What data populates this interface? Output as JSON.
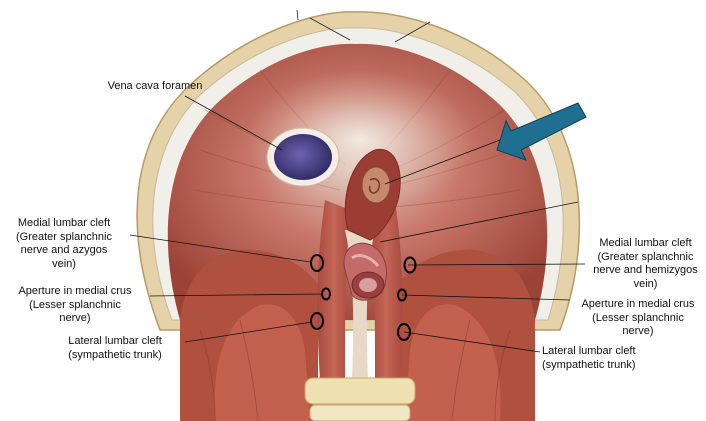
{
  "labels": {
    "vena_cava": [
      "Vena cava foramen"
    ],
    "medial_cleft_left": [
      "Medial lumbar cleft",
      "(Greater splanchnic",
      "nerve and azygos",
      "vein)"
    ],
    "aperture_left": [
      "Aperture in medial crus",
      "(Lesser splanchnic",
      "nerve)"
    ],
    "lateral_cleft_left": [
      "Lateral lumbar cleft",
      "(sympathetic trunk)"
    ],
    "medial_cleft_right": [
      "Medial lumbar cleft",
      "(Greater splanchnic",
      "nerve and hemizygos",
      "vein)"
    ],
    "aperture_right": [
      "Aperture in medial crus",
      "(Lesser splanchnic",
      "nerve)"
    ],
    "lateral_cleft_right": [
      "Lateral lumbar cleft",
      "(sympathetic trunk)"
    ]
  },
  "colors": {
    "muscle": "#b4584a",
    "muscle_dark": "#8e3b32",
    "tendon": "#ece4d8",
    "bone": "#efe0b2",
    "foramen": "#4a3f86",
    "arrow": "#1f6f90",
    "esophagus": "#a8463d",
    "aorta": "#c46a6a"
  },
  "icons": {
    "arrow": "pointer-arrow-icon"
  }
}
